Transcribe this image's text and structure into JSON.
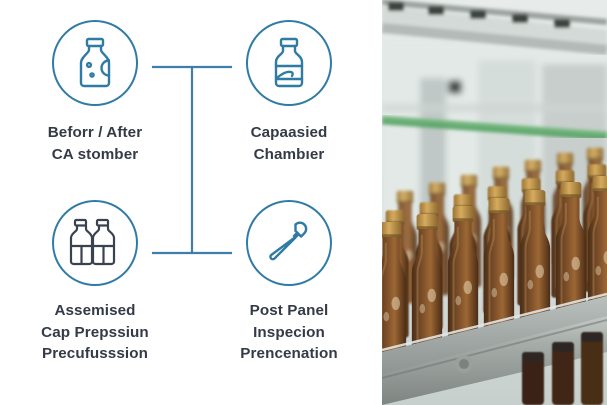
{
  "graphic": {
    "title": "Bottling line quality-check process infographic",
    "background_color": "#ffffff",
    "accent_color": "#2f7ba4",
    "text_color": "#343b47",
    "connector_color": "#3d7fa8"
  },
  "nodes": [
    {
      "position": "top-left",
      "icon": "bottle-with-bubbles-icon",
      "icon_stroke": "#2f7ba4",
      "label": "Beforr / After\nCA stomber"
    },
    {
      "position": "top-right",
      "icon": "capped-vial-icon",
      "icon_stroke": "#2f7ba4",
      "label": "Capaasied\nChambıer"
    },
    {
      "position": "bottom-left",
      "icon": "two-bottles-icon",
      "icon_stroke": "#3a4250",
      "label": "Assemised\nCap Prepssiun\nPrecufusssion"
    },
    {
      "position": "bottom-right",
      "icon": "nail-pin-icon",
      "icon_stroke": "#2f7ba4",
      "label": "Post Panel\nInspecion\nPrencenation"
    }
  ],
  "photo": {
    "name": "bottling-line-photo",
    "description": "Rows of brown glass beer bottles with gold caps on a stainless steel conveyor in a bottling plant",
    "colors": {
      "background_wall": "#d7dedb",
      "green_pipe": "#4f9e5e",
      "bottle_glass": "#6b4526",
      "bottle_cap": "#c49a4e",
      "conveyor_metal": "#9ea3a0"
    }
  }
}
